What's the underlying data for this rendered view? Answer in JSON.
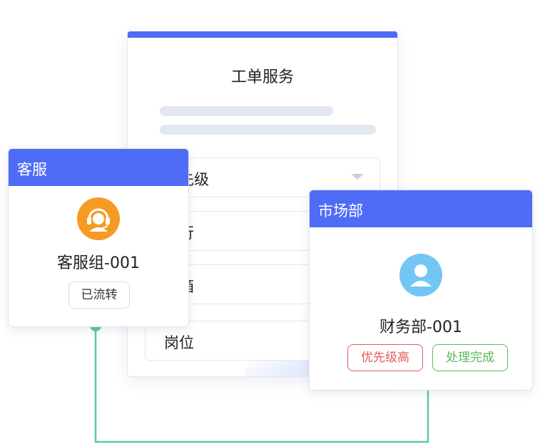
{
  "form": {
    "title": "工单服务",
    "fields": [
      "优先级",
      "执行",
      "邮箱",
      "岗位"
    ]
  },
  "left_card": {
    "header": "客服",
    "avatar_icon": "customer-service-headset-icon",
    "name": "客服组-001",
    "status": "已流转"
  },
  "right_card": {
    "header": "市场部",
    "avatar_icon": "person-icon",
    "name": "财务部-001",
    "tags": [
      "优先级高",
      "处理完成"
    ]
  },
  "colors": {
    "brand": "#4f6cf7",
    "connector": "#5ccaa3",
    "orange_avatar": "#f59b24",
    "blue_avatar": "#73c6f4",
    "tag_red": "#e45a5a",
    "tag_green": "#5cb85c"
  }
}
